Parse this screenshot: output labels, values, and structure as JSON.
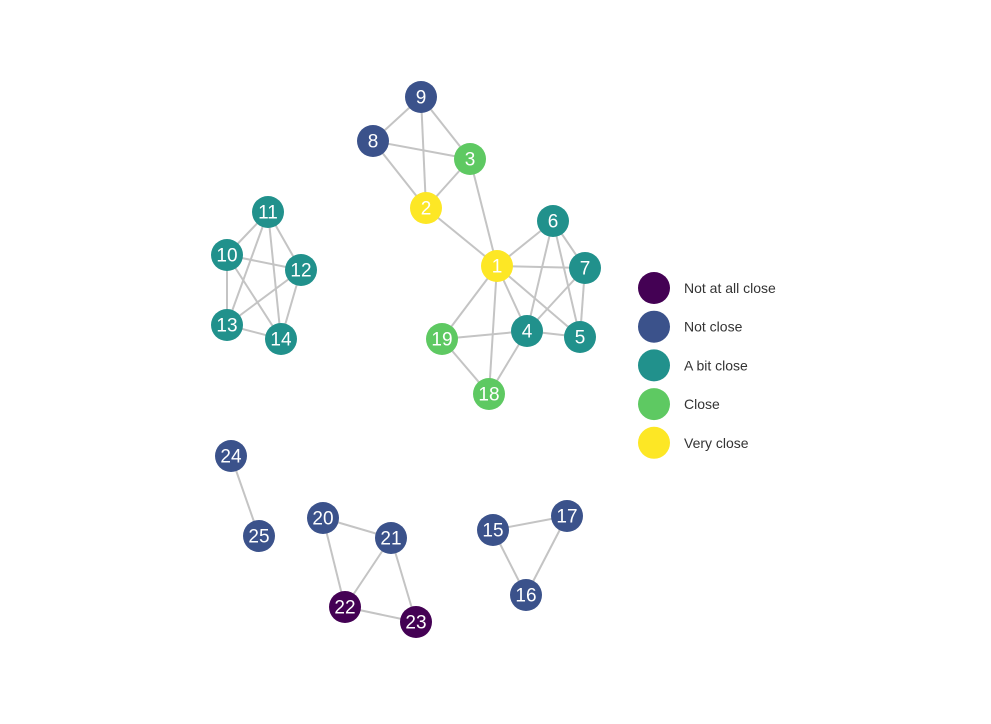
{
  "legend": {
    "items": [
      {
        "level": 0,
        "label": "Not at all close"
      },
      {
        "level": 1,
        "label": "Not close"
      },
      {
        "level": 2,
        "label": "A bit close"
      },
      {
        "level": 3,
        "label": "Close"
      },
      {
        "level": 4,
        "label": "Very close"
      }
    ]
  },
  "colors": {
    "levels": [
      "#440154",
      "#3b528b",
      "#21918c",
      "#5ec962",
      "#fde725"
    ],
    "edge": "#c4c4c4",
    "label": "#ffffff"
  },
  "nodes": [
    {
      "id": "1",
      "level": 4
    },
    {
      "id": "2",
      "level": 4
    },
    {
      "id": "3",
      "level": 3
    },
    {
      "id": "4",
      "level": 2
    },
    {
      "id": "5",
      "level": 2
    },
    {
      "id": "6",
      "level": 2
    },
    {
      "id": "7",
      "level": 2
    },
    {
      "id": "8",
      "level": 1
    },
    {
      "id": "9",
      "level": 1
    },
    {
      "id": "10",
      "level": 2
    },
    {
      "id": "11",
      "level": 2
    },
    {
      "id": "12",
      "level": 2
    },
    {
      "id": "13",
      "level": 2
    },
    {
      "id": "14",
      "level": 2
    },
    {
      "id": "15",
      "level": 1
    },
    {
      "id": "16",
      "level": 1
    },
    {
      "id": "17",
      "level": 1
    },
    {
      "id": "18",
      "level": 3
    },
    {
      "id": "19",
      "level": 3
    },
    {
      "id": "20",
      "level": 1
    },
    {
      "id": "21",
      "level": 1
    },
    {
      "id": "22",
      "level": 0
    },
    {
      "id": "23",
      "level": 0
    },
    {
      "id": "24",
      "level": 1
    },
    {
      "id": "25",
      "level": 1
    }
  ],
  "edges": [
    [
      "9",
      "8"
    ],
    [
      "9",
      "3"
    ],
    [
      "9",
      "2"
    ],
    [
      "8",
      "3"
    ],
    [
      "8",
      "2"
    ],
    [
      "3",
      "2"
    ],
    [
      "3",
      "1"
    ],
    [
      "2",
      "1"
    ],
    [
      "1",
      "6"
    ],
    [
      "1",
      "7"
    ],
    [
      "1",
      "4"
    ],
    [
      "1",
      "5"
    ],
    [
      "1",
      "19"
    ],
    [
      "1",
      "18"
    ],
    [
      "6",
      "7"
    ],
    [
      "6",
      "4"
    ],
    [
      "6",
      "5"
    ],
    [
      "7",
      "4"
    ],
    [
      "7",
      "5"
    ],
    [
      "4",
      "5"
    ],
    [
      "4",
      "19"
    ],
    [
      "4",
      "18"
    ],
    [
      "19",
      "18"
    ],
    [
      "11",
      "10"
    ],
    [
      "11",
      "12"
    ],
    [
      "11",
      "13"
    ],
    [
      "11",
      "14"
    ],
    [
      "10",
      "12"
    ],
    [
      "10",
      "13"
    ],
    [
      "10",
      "14"
    ],
    [
      "12",
      "13"
    ],
    [
      "12",
      "14"
    ],
    [
      "13",
      "14"
    ],
    [
      "24",
      "25"
    ],
    [
      "20",
      "21"
    ],
    [
      "20",
      "22"
    ],
    [
      "21",
      "22"
    ],
    [
      "21",
      "23"
    ],
    [
      "22",
      "23"
    ],
    [
      "15",
      "17"
    ],
    [
      "15",
      "16"
    ],
    [
      "17",
      "16"
    ]
  ]
}
